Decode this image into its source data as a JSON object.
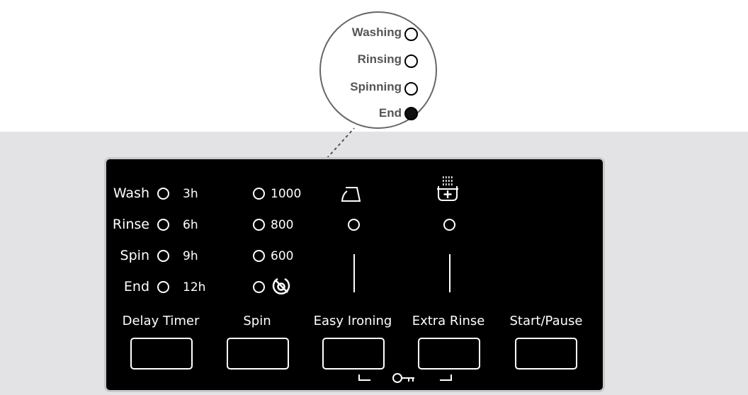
{
  "zoom_callout": {
    "items": [
      {
        "label": "Washing",
        "active": false
      },
      {
        "label": "Rinsing",
        "active": false
      },
      {
        "label": "Spinning",
        "active": false
      },
      {
        "label": "End",
        "active": true
      }
    ]
  },
  "panel": {
    "progress_labels": [
      "Wash",
      "Rinse",
      "Spin",
      "End"
    ],
    "delay_hours": [
      "3h",
      "6h",
      "9h",
      "12h"
    ],
    "spin_speeds": [
      "1000",
      "800",
      "600"
    ],
    "buttons": [
      {
        "label": "Delay Timer"
      },
      {
        "label": "Spin"
      },
      {
        "label": "Easy Ironing"
      },
      {
        "label": "Extra Rinse"
      },
      {
        "label": "Start/Pause"
      }
    ],
    "icons": {
      "easy_ironing": "iron-icon",
      "extra_rinse": "extra-rinse-icon",
      "no_spin": "no-spin-icon",
      "child_lock": "key-icon"
    }
  },
  "colors": {
    "panel_bg": "#000000",
    "panel_fg": "#ffffff",
    "band": "#e3e3e6",
    "callout_text": "#555555"
  }
}
